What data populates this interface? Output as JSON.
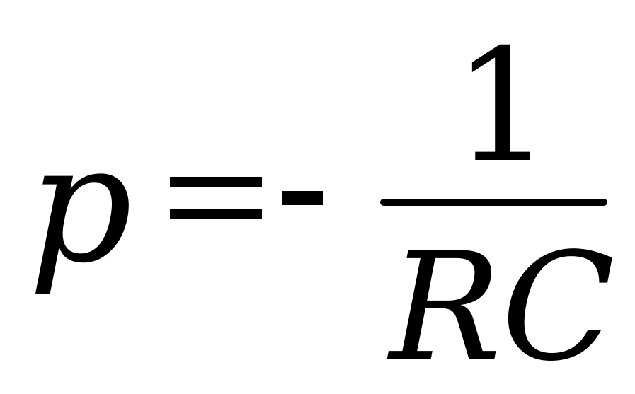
{
  "formula": {
    "variable": "p",
    "equals": "=",
    "minus": "-",
    "numerator": "1",
    "denominator": "RC"
  }
}
